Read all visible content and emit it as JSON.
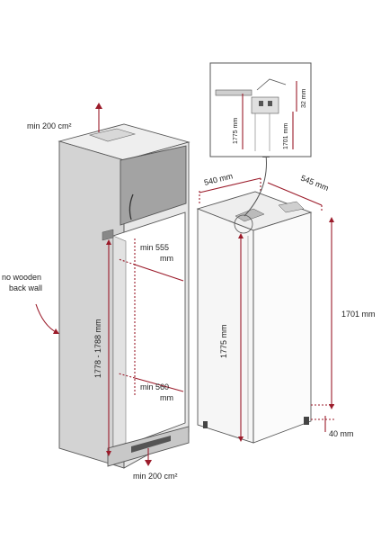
{
  "labels": {
    "vent_top": "min 200 cm²",
    "vent_bottom": "min 200 cm²",
    "back_wall": "no wooden",
    "back_wall_2": "back wall",
    "niche_width_top": "min 555",
    "niche_width_top_unit": "mm",
    "niche_width_bottom": "min 560",
    "niche_width_bottom_unit": "mm",
    "niche_height": "1778 - 1788 mm",
    "fridge_width": "540 mm",
    "fridge_depth": "545 mm",
    "fridge_height": "1775 mm",
    "fridge_body_height": "1701 mm",
    "bottom_gap": "40 mm",
    "detail_h1": "1775 mm",
    "detail_h2": "1701 mm",
    "detail_gap": "32 mm"
  },
  "colors": {
    "accent": "#9b1b2a",
    "cabinet_side": "#d2d2d2",
    "cabinet_front": "#e6e6e6",
    "door": "#9a9a9a"
  }
}
